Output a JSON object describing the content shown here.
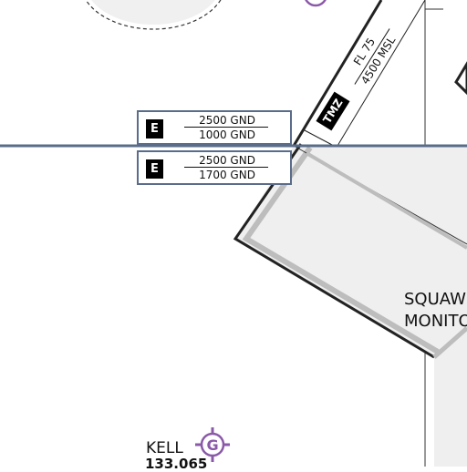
{
  "airspace_boxes": [
    {
      "class": "E",
      "upper": "2500 GND",
      "lower": "1000 GND"
    },
    {
      "class": "E",
      "upper": "2500 GND",
      "lower": "1700 GND"
    }
  ],
  "tmz": {
    "label": "TMZ",
    "upper": "FL 75",
    "lower": "4500 MSL"
  },
  "zone_label": {
    "line1": "SQUAWK",
    "line2": "MONITOR"
  },
  "airfield": {
    "name": "KELL",
    "frequency": "133.065",
    "icon": "glider-airfield-icon"
  },
  "colors": {
    "boundary": "#5a6c8a",
    "zone_fill": "#efefef",
    "zone_edge": "#333333"
  }
}
